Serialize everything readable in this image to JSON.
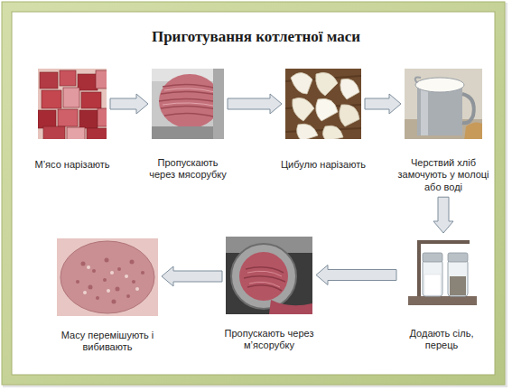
{
  "diagram": {
    "title": "Приготування котлетної маси",
    "nodes": [
      {
        "text": [
          "М’ясо нарізають"
        ]
      },
      {
        "text": [
          "Пропускають через мясорубку"
        ]
      },
      {
        "text": [
          "Цибулю нарізають"
        ]
      },
      {
        "text": [
          "Черствий хліб замочують у молоці або воді"
        ]
      },
      {
        "text": [
          "Додають сіль, перець"
        ]
      },
      {
        "text": [
          "Пропускають через м’ясорубку"
        ]
      },
      {
        "text": [
          "Масу перемішують і вибивають"
        ]
      }
    ],
    "edges": [
      {
        "from": 0,
        "to": 1,
        "arrow": "to"
      },
      {
        "from": 1,
        "to": 2,
        "arrow": "to"
      },
      {
        "from": 2,
        "to": 3,
        "arrow": "to"
      },
      {
        "from": 3,
        "to": 4,
        "arrow": "to"
      },
      {
        "from": 4,
        "to": 5,
        "arrow": "to"
      },
      {
        "from": 5,
        "to": 6,
        "arrow": "to"
      }
    ]
  }
}
